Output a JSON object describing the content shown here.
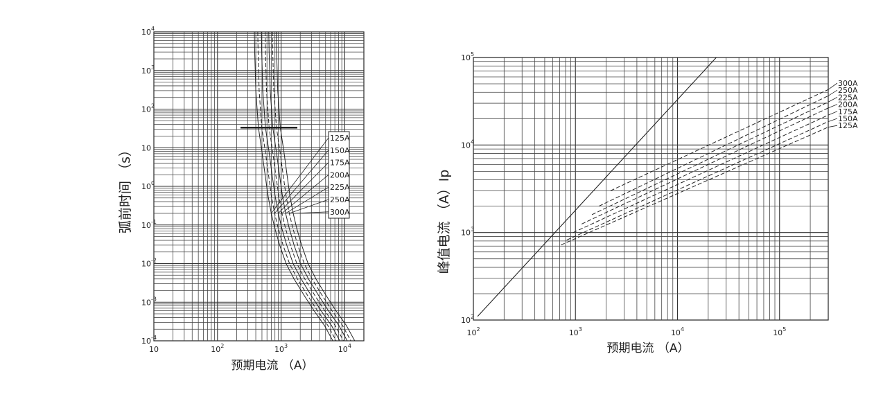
{
  "chart_data": [
    {
      "type": "line",
      "title": "",
      "xlabel": "预期电流 （A）",
      "ylabel": "弧前时间 （s）",
      "x_scale": "log",
      "y_scale": "log",
      "xlim": [
        10,
        20000
      ],
      "ylim": [
        0.0001,
        10000
      ],
      "grid": true,
      "x_ticks": [
        {
          "value": 10,
          "base": "10",
          "exp": ""
        },
        {
          "value": 100,
          "base": "10",
          "exp": "2"
        },
        {
          "value": 1000,
          "base": "10",
          "exp": "3"
        },
        {
          "value": 10000,
          "base": "10",
          "exp": "4"
        }
      ],
      "y_ticks": [
        {
          "value": 10000,
          "base": "10",
          "exp": "4"
        },
        {
          "value": 1000,
          "base": "10",
          "exp": "3"
        },
        {
          "value": 100,
          "base": "10",
          "exp": "2"
        },
        {
          "value": 10,
          "base": "10",
          "exp": ""
        },
        {
          "value": 1,
          "base": "10",
          "exp": "0"
        },
        {
          "value": 0.1,
          "base": "10",
          "exp": "-1"
        },
        {
          "value": 0.01,
          "base": "10",
          "exp": "-2"
        },
        {
          "value": 0.001,
          "base": "10",
          "exp": "-3"
        },
        {
          "value": 0.0001,
          "base": "10",
          "exp": "-4"
        }
      ],
      "legend_position": "right",
      "annotation_line": {
        "x": [
          230,
          1800
        ],
        "y": 33
      },
      "series": [
        {
          "name": "125A",
          "style": "solid",
          "x": [
            380,
            385,
            400,
            440,
            500,
            560,
            620,
            700,
            800,
            950,
            1200,
            1600,
            2300,
            3300,
            4800,
            6500
          ],
          "y": [
            10000,
            3000,
            300,
            33,
            8,
            2,
            0.6,
            0.2,
            0.08,
            0.03,
            0.01,
            0.004,
            0.0015,
            0.0006,
            0.00025,
            0.0001
          ]
        },
        {
          "name": "150A",
          "style": "dashed",
          "x": [
            430,
            435,
            452,
            497,
            565,
            633,
            700,
            791,
            904,
            1074,
            1356,
            1808,
            2600,
            3730,
            5420,
            7340
          ],
          "y": [
            10000,
            3000,
            300,
            33,
            8,
            2,
            0.6,
            0.2,
            0.08,
            0.03,
            0.01,
            0.004,
            0.0015,
            0.0006,
            0.00025,
            0.0001
          ]
        },
        {
          "name": "175A",
          "style": "solid",
          "x": [
            490,
            496,
            516,
            567,
            645,
            722,
            800,
            903,
            1032,
            1226,
            1548,
            2064,
            2967,
            4257,
            6190,
            8385
          ],
          "y": [
            10000,
            3000,
            300,
            33,
            8,
            2,
            0.6,
            0.2,
            0.08,
            0.03,
            0.01,
            0.004,
            0.0015,
            0.0006,
            0.00025,
            0.0001
          ]
        },
        {
          "name": "200A",
          "style": "dashed",
          "x": [
            560,
            567,
            589,
            648,
            737,
            825,
            914,
            1031,
            1179,
            1400,
            1768,
            2358,
            3389,
            4862,
            7070,
            9578
          ],
          "y": [
            10000,
            3000,
            300,
            33,
            8,
            2,
            0.6,
            0.2,
            0.08,
            0.03,
            0.01,
            0.004,
            0.0015,
            0.0006,
            0.00025,
            0.0001
          ]
        },
        {
          "name": "225A",
          "style": "solid",
          "x": [
            640,
            648,
            674,
            741,
            842,
            943,
            1044,
            1179,
            1347,
            1600,
            2021,
            2694,
            3873,
            5557,
            8080,
            10945
          ],
          "y": [
            10000,
            3000,
            300,
            33,
            8,
            2,
            0.6,
            0.2,
            0.08,
            0.03,
            0.01,
            0.004,
            0.0015,
            0.0006,
            0.00025,
            0.0001
          ]
        },
        {
          "name": "250A",
          "style": "dashed",
          "x": [
            730,
            739,
            768,
            845,
            960,
            1075,
            1191,
            1344,
            1537,
            1825,
            2305,
            3073,
            4418,
            6338,
            9217,
            12485
          ],
          "y": [
            10000,
            3000,
            300,
            33,
            8,
            2,
            0.6,
            0.2,
            0.08,
            0.03,
            0.01,
            0.004,
            0.0015,
            0.0006,
            0.00025,
            0.0001
          ]
        },
        {
          "name": "300A",
          "style": "solid",
          "x": [
            840,
            851,
            884,
            972,
            1105,
            1238,
            1370,
            1547,
            1768,
            2100,
            2653,
            3537,
            5084,
            7294,
            10607,
            14368
          ],
          "y": [
            10000,
            3000,
            300,
            33,
            8,
            2,
            0.6,
            0.2,
            0.08,
            0.03,
            0.01,
            0.004,
            0.0015,
            0.0006,
            0.00025,
            0.0001
          ]
        }
      ]
    },
    {
      "type": "line",
      "title": "",
      "xlabel": "预期电流 （A）",
      "ylabel": "峰值电流 （A）Ip",
      "x_scale": "log",
      "y_scale": "log",
      "xlim": [
        100,
        300000
      ],
      "ylim": [
        100,
        100000
      ],
      "grid": true,
      "x_ticks": [
        {
          "value": 100,
          "base": "10",
          "exp": "2"
        },
        {
          "value": 1000,
          "base": "10",
          "exp": "3"
        },
        {
          "value": 10000,
          "base": "10",
          "exp": "4"
        },
        {
          "value": 100000,
          "base": "10",
          "exp": "5"
        }
      ],
      "y_ticks": [
        {
          "value": 100000,
          "base": "10",
          "exp": "5"
        },
        {
          "value": 10000,
          "base": "10",
          "exp": "4"
        },
        {
          "value": 1000,
          "base": "10",
          "exp": "3"
        },
        {
          "value": 100,
          "base": "10",
          "exp": "2"
        }
      ],
      "legend_position": "right",
      "reference_line": {
        "x": [
          110,
          24000
        ],
        "y": [
          110,
          100000
        ]
      },
      "series": [
        {
          "name": "300A",
          "style": "dashed",
          "x": [
            2200,
            300000
          ],
          "y": [
            3000,
            43000
          ]
        },
        {
          "name": "250A",
          "style": "dashed",
          "x": [
            1700,
            300000
          ],
          "y": [
            2000,
            36500
          ]
        },
        {
          "name": "225A",
          "style": "dashed",
          "x": [
            1450,
            300000
          ],
          "y": [
            1600,
            31000
          ]
        },
        {
          "name": "200A",
          "style": "dashed",
          "x": [
            1150,
            300000
          ],
          "y": [
            1250,
            26500
          ]
        },
        {
          "name": "175A",
          "style": "dashed",
          "x": [
            950,
            300000
          ],
          "y": [
            1000,
            22000
          ]
        },
        {
          "name": "150A",
          "style": "dashed",
          "x": [
            820,
            300000
          ],
          "y": [
            820,
            18500
          ]
        },
        {
          "name": "125A",
          "style": "dashed",
          "x": [
            720,
            300000
          ],
          "y": [
            720,
            16000
          ]
        }
      ]
    }
  ]
}
